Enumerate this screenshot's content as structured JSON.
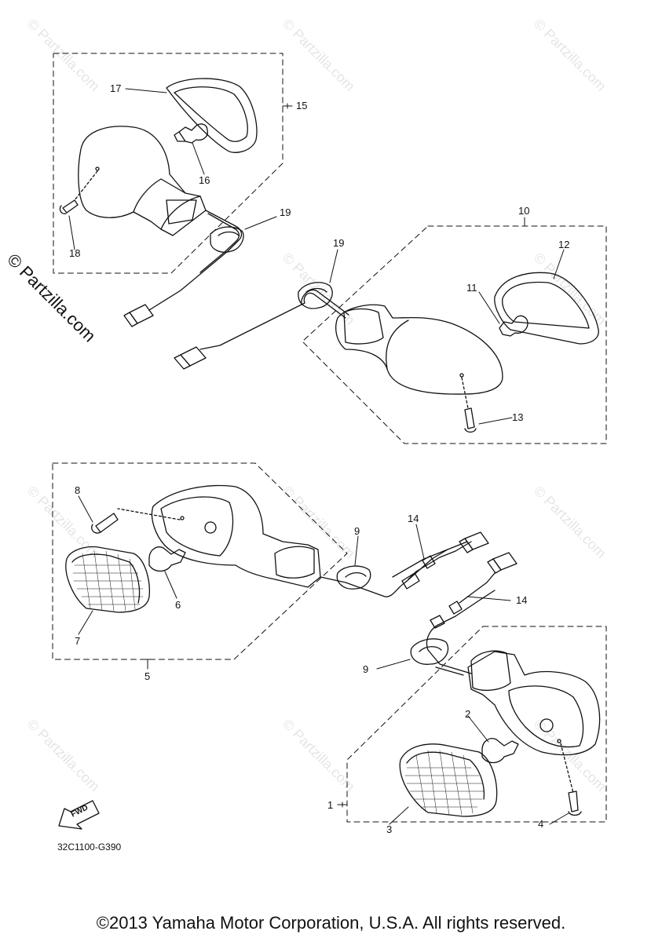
{
  "watermark": {
    "repeat_text": "© Partzilla.com",
    "side_text": "© Partzilla.com"
  },
  "callouts": {
    "c1": "1",
    "c2": "2",
    "c3": "3",
    "c4": "4",
    "c5": "5",
    "c6": "6",
    "c7": "7",
    "c8": "8",
    "c9a": "9",
    "c9b": "9",
    "c10": "10",
    "c11": "11",
    "c12": "12",
    "c13": "13",
    "c14a": "14",
    "c14b": "14",
    "c15": "15",
    "c16": "16",
    "c17": "17",
    "c18": "18",
    "c19a": "19",
    "c19b": "19"
  },
  "fwd_label": "FWD",
  "diagram_code": "32C1100-G390",
  "copyright": "©2013 Yamaha Motor Corporation, U.S.A. All rights reserved."
}
